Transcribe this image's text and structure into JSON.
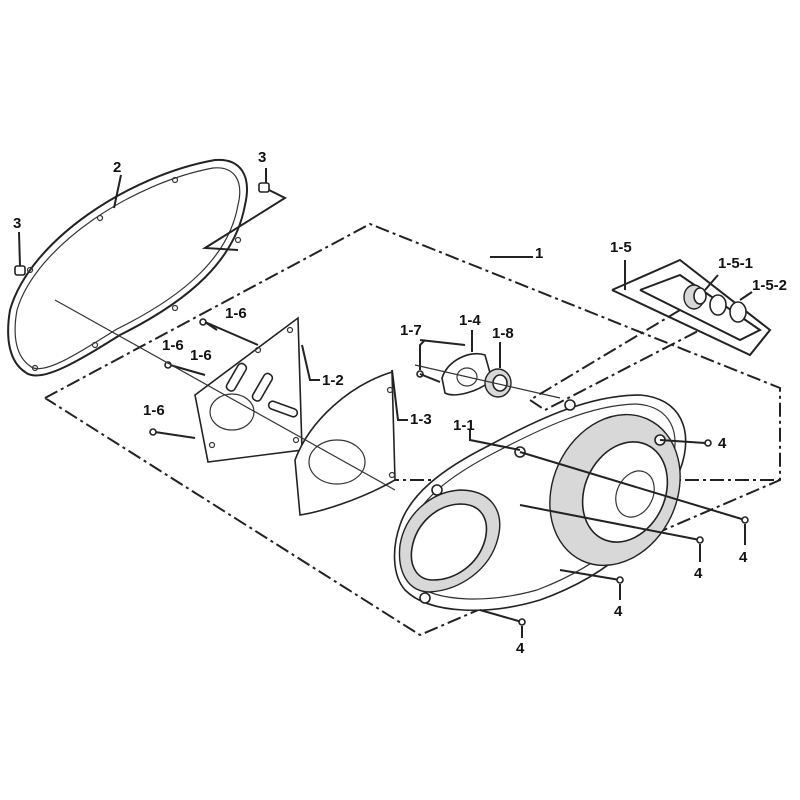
{
  "labels": {
    "p1": "1",
    "p1_1": "1-1",
    "p1_2": "1-2",
    "p1_3": "1-3",
    "p1_4": "1-4",
    "p1_5": "1-5",
    "p1_5_1": "1-5-1",
    "p1_5_2": "1-5-2",
    "p1_6_a": "1-6",
    "p1_6_b": "1-6",
    "p1_6_c": "1-6",
    "p1_6_d": "1-6",
    "p1_7": "1-7",
    "p1_8": "1-8",
    "p2": "2",
    "p3_a": "3",
    "p3_b": "3",
    "p4_a": "4",
    "p4_b": "4",
    "p4_c": "4",
    "p4_d": "4",
    "p4_e": "4"
  },
  "colors": {
    "line": "#222222",
    "shade": "#d8d8d8",
    "background": "#ffffff"
  }
}
